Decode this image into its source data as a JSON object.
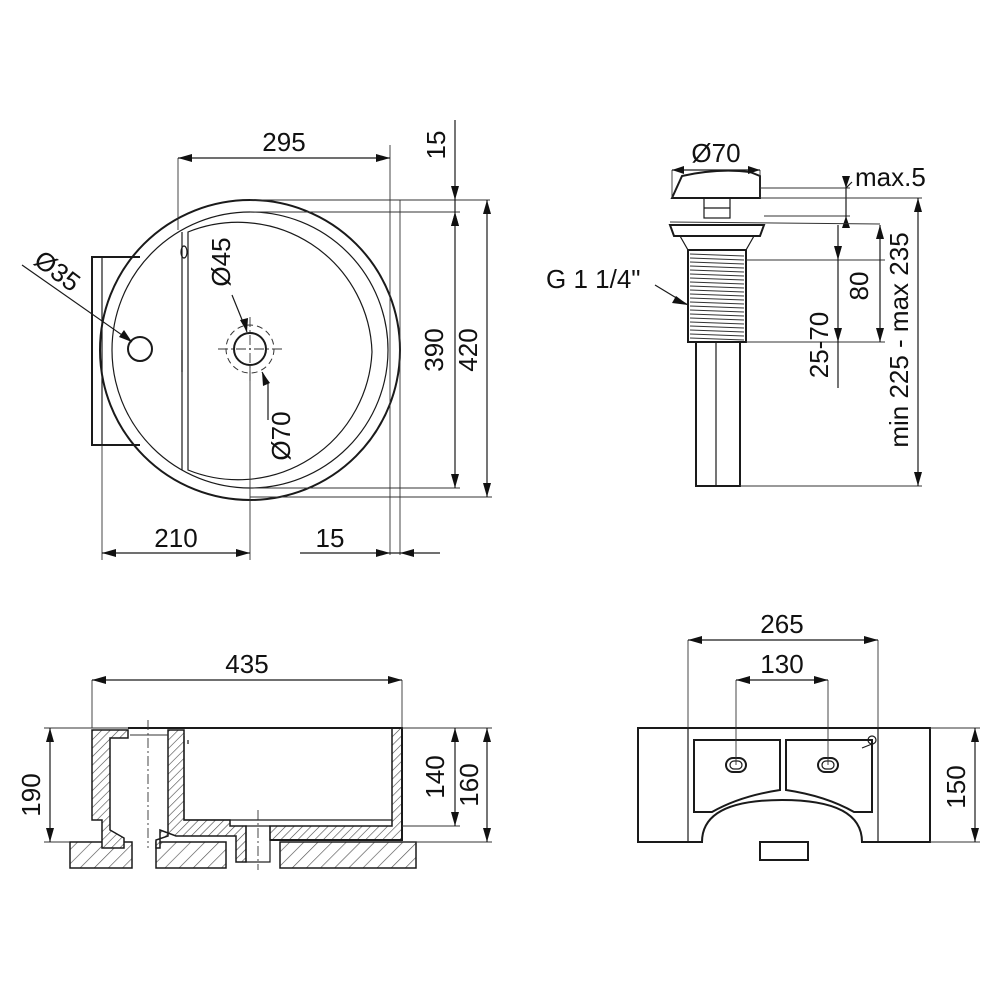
{
  "top_view": {
    "dim_width_295": "295",
    "dim_edge_15_top": "15",
    "dim_drain_hole": "Ø35",
    "dim_inner_hole": "Ø45",
    "dim_outlet": "Ø70",
    "dim_depth_390": "390",
    "dim_depth_420": "420",
    "dim_offset_210": "210",
    "dim_edge_15_bottom": "15"
  },
  "drain_view": {
    "dim_cap": "Ø70",
    "dim_max": "max.5",
    "dim_thread": "G 1 1/4\"",
    "dim_80": "80",
    "dim_range": "25-70",
    "dim_total": "min 225 - max 235"
  },
  "section_view": {
    "dim_width_435": "435",
    "dim_height_190": "190",
    "dim_height_140": "140",
    "dim_height_160": "160"
  },
  "rear_view": {
    "dim_width_265": "265",
    "dim_spacing_130": "130",
    "dim_height_150": "150"
  }
}
